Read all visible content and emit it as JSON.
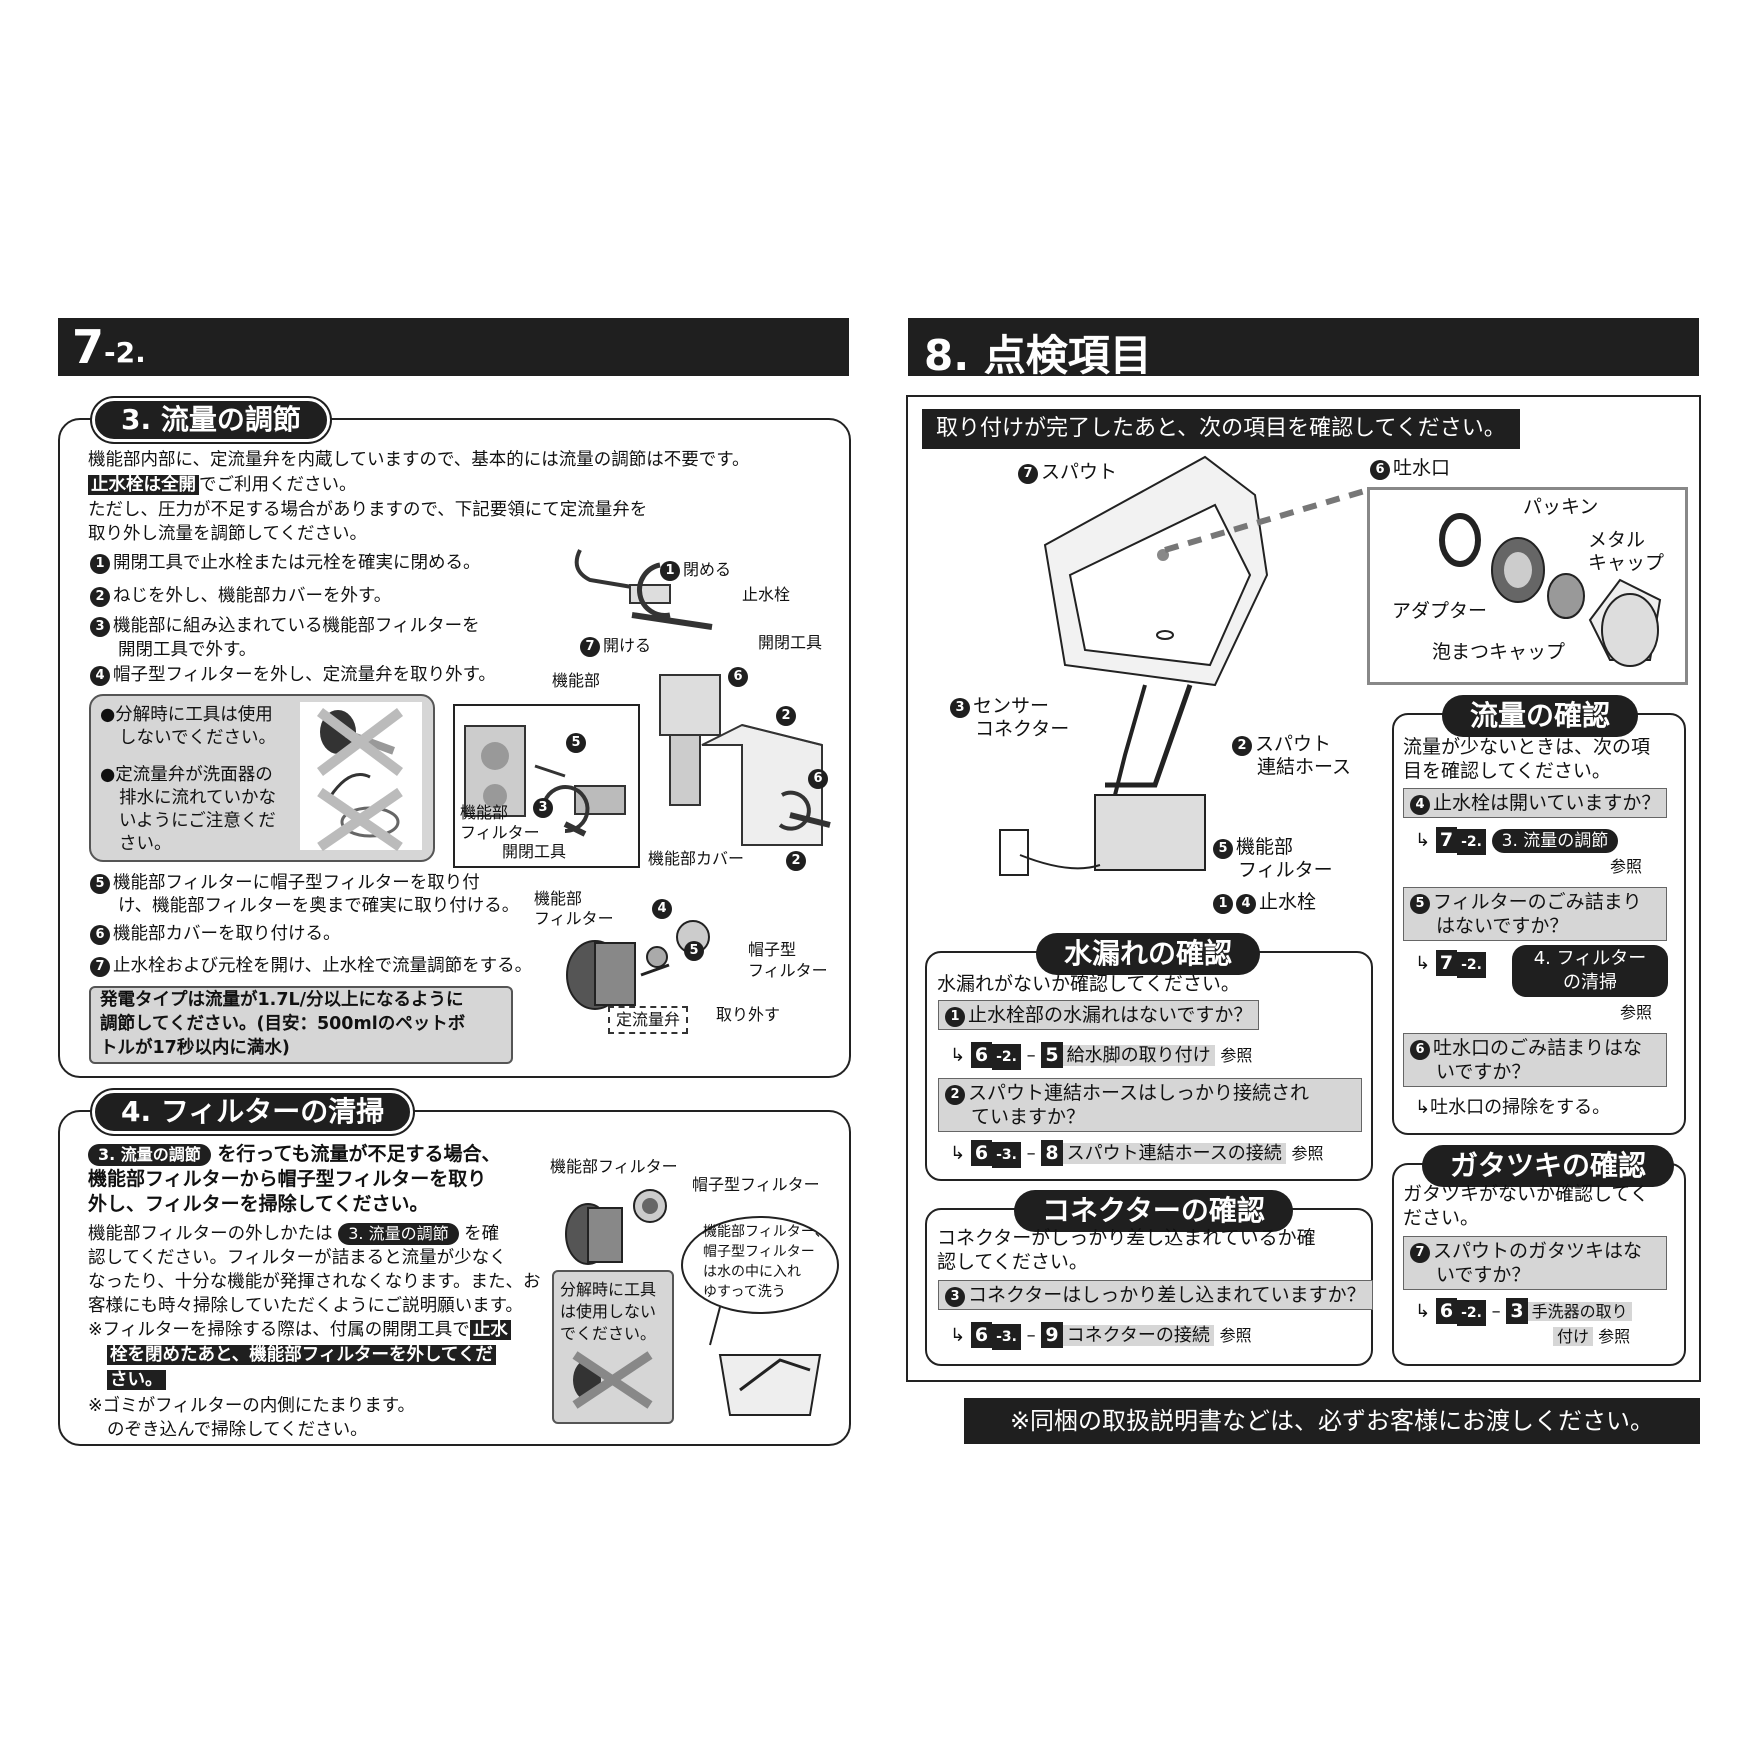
{
  "left_header": {
    "num": "7",
    "sub": "-2."
  },
  "right_header": {
    "title": "8. 点検項目"
  },
  "s3": {
    "title": "3. 流量の調節",
    "p1": "機能部内部に、定流量弁を内蔵していますので、基本的には流量の調節は不要です。",
    "p2_hl": "止水栓は全開",
    "p2_rest": "でご利用ください。",
    "p3a": "ただし、圧力が不足する場合がありますので、下記要領にて定流量弁を",
    "p3b": "取り外し流量を調節してください。",
    "steps": [
      {
        "n": "1",
        "text": "開閉工具で止水栓または元栓を確実に閉める。"
      },
      {
        "n": "2",
        "text": "ねじを外し、機能部カバーを外す。"
      },
      {
        "n": "3",
        "text": "機能部に組み込まれている機能部フィルターを"
      },
      {
        "n": "",
        "text": "開閉工具で外す。"
      },
      {
        "n": "4",
        "text": "帽子型フィルターを外し、定流量弁を取り外す。"
      }
    ],
    "note1a": "●分解時に工具は使用",
    "note1b": "しないでください。",
    "note2a": "●定流量弁が洗面器の",
    "note2b": "排水に流れていかな",
    "note2c": "いようにご注意くだ",
    "note2d": "さい。",
    "steps2": [
      {
        "n": "5",
        "text": "機能部フィルターに帽子型フィルターを取り付"
      },
      {
        "n": "",
        "text": "け、機能部フィルターを奥まで確実に取り付ける。"
      },
      {
        "n": "6",
        "text": "機能部カバーを取り付ける。"
      },
      {
        "n": "7",
        "text": "止水栓および元栓を開け、止水栓で流量調節をする。"
      }
    ],
    "warn1": "発電タイプは流量が1.7L/分以上になるように",
    "warn2": "調節してください。(目安：500mlのペットボ",
    "warn3": "トルが17秒以内に満水)",
    "fig": {
      "close_n": "1",
      "close": "閉める",
      "valve": "止水栓",
      "open_n": "7",
      "open": "開ける",
      "tool": "開閉工具",
      "unit": "機能部",
      "filter": "機能部",
      "filter2": "フィルター",
      "tool2": "開閉工具",
      "cover": "機能部カバー",
      "f2a": "機能部",
      "f2b": "フィルター",
      "cap_a": "帽子型",
      "cap_b": "フィルター",
      "cfv": "定流量弁",
      "remove": "取り外す",
      "n5": "5",
      "n6": "6",
      "n2": "2",
      "n3": "3",
      "n4": "4"
    }
  },
  "s4": {
    "title": "4. フィルターの清掃",
    "ref_pill": "3. 流量の調節",
    "b1": "を行っても流量が不足する場合、",
    "b2": "機能部フィルターから帽子型フィルターを取り",
    "b3": "外し、フィルターを掃除してください。",
    "p1a": "機能部フィルターの外しかたは",
    "p1b": "を確",
    "p2": "認してください。フィルターが詰まると流量が少なく",
    "p3": "なったり、十分な機能が発揮されなくなります。また、お",
    "p4": "客様にも時々掃除していただくようにご説明願います。",
    "n1a": "※フィルターを掃除する際は、付属の開閉工具で",
    "n1hl1": "止水",
    "n1hl2": "栓を閉めたあと、機能部フィルターを外してくだ",
    "n1hl3": "さい。",
    "n2a": "※ゴミがフィルターの内側にたまります。",
    "n2b": "のぞき込んで掃除してください。",
    "fig_filter": "機能部フィルター",
    "fig_cap": "帽子型フィルター",
    "bubble1": "機能部フィルター、",
    "bubble2": "帽子型フィルター",
    "bubble3": "は水の中に入れ",
    "bubble4": "ゆすって洗う",
    "warn1": "分解時に工具",
    "warn2": "は使用しない",
    "warn3": "でください。"
  },
  "s8": {
    "intro": "取り付けが完了したあと、次の項目を確認してください。",
    "fig": {
      "spout_n": "7",
      "spout": "スパウト",
      "outlet_n": "6",
      "outlet": "吐水口",
      "packing": "パッキン",
      "metal1": "メタル",
      "metal2": "キャップ",
      "adapter": "アダプター",
      "foam": "泡まつキャップ",
      "sensor_n": "3",
      "sensor1": "センサー",
      "sensor2": "コネクター",
      "hose_n": "2",
      "hose1": "スパウト",
      "hose2": "連結ホース",
      "filter_n": "5",
      "filter1": "機能部",
      "filter2": "フィルター",
      "valve_n1": "1",
      "valve_n2": "4",
      "valve": "止水栓"
    },
    "leak": {
      "title": "水漏れの確認",
      "intro": "水漏れがないか確認してください。",
      "q1n": "1",
      "q1": "止水栓部の水漏れはないですか？",
      "r1a": "6",
      "r1b": "-2.",
      "r1c": "5",
      "r1d": "給水脚の取り付け",
      "r1e": "参照",
      "q2n": "2",
      "q2a": "スパウト連結ホースはしっかり接続され",
      "q2b": "ていますか？",
      "r2a": "6",
      "r2b": "-3.",
      "r2c": "8",
      "r2d": "スパウト連結ホースの接続",
      "r2e": "参照"
    },
    "connector": {
      "title": "コネクターの確認",
      "intro1": "コネクターがしっかり差し込まれているか確",
      "intro2": "認してください。",
      "qn": "3",
      "q": "コネクターはしっかり差し込まれていますか？",
      "ra": "6",
      "rb": "-3.",
      "rc": "9",
      "rd": "コネクターの接続",
      "re": "参照"
    },
    "flow": {
      "title": "流量の確認",
      "intro1": "流量が少ないときは、次の項",
      "intro2": "目を確認してください。",
      "q1n": "4",
      "q1": "止水栓は開いていますか？",
      "r1a": "7",
      "r1b": "-2.",
      "r1c": "3. 流量の調節",
      "r1d": "参照",
      "q2n": "5",
      "q2a": "フィルターのごみ詰まり",
      "q2b": "はないですか？",
      "r2a": "7",
      "r2b": "-2.",
      "r2c1": "4. フィルター",
      "r2c2": "の清掃",
      "r2d": "参照",
      "q3n": "6",
      "q3a": "吐水口のごみ詰まりはな",
      "q3b": "いですか？",
      "r3": "吐水口の掃除をする。"
    },
    "rattle": {
      "title": "ガタツキの確認",
      "intro1": "ガタツキがないか確認してく",
      "intro2": "ださい。",
      "qn": "7",
      "qa": "スパウトのガタツキはな",
      "qb": "いですか？",
      "ra": "6",
      "rb": "-2.",
      "rc": "3",
      "rd1": "手洗器の取り",
      "rd2": "付け",
      "re": "参照"
    }
  },
  "footer": "※同梱の取扱説明書などは、必ずお客様にお渡しください。"
}
